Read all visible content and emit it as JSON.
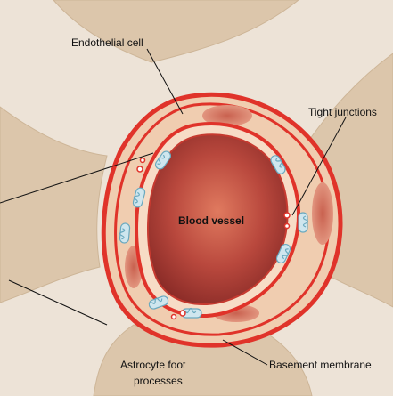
{
  "labels": {
    "endothelial_cell": "Endothelial cell",
    "tight_junctions": "Tight junctions",
    "blood_vessel": "Blood vessel",
    "basement_membrane": "Basement membrane",
    "astrocyte_line1": "Astrocyte foot",
    "astrocyte_line2": "processes"
  },
  "colors": {
    "background_tissue": "#e8ddd0",
    "astrocyte": "#dcc6ab",
    "vessel_wall": "#e0332a",
    "lumen": "#a8423a",
    "cell_body": "#f3d3b8",
    "mitochondria": "#cfe6ee"
  }
}
